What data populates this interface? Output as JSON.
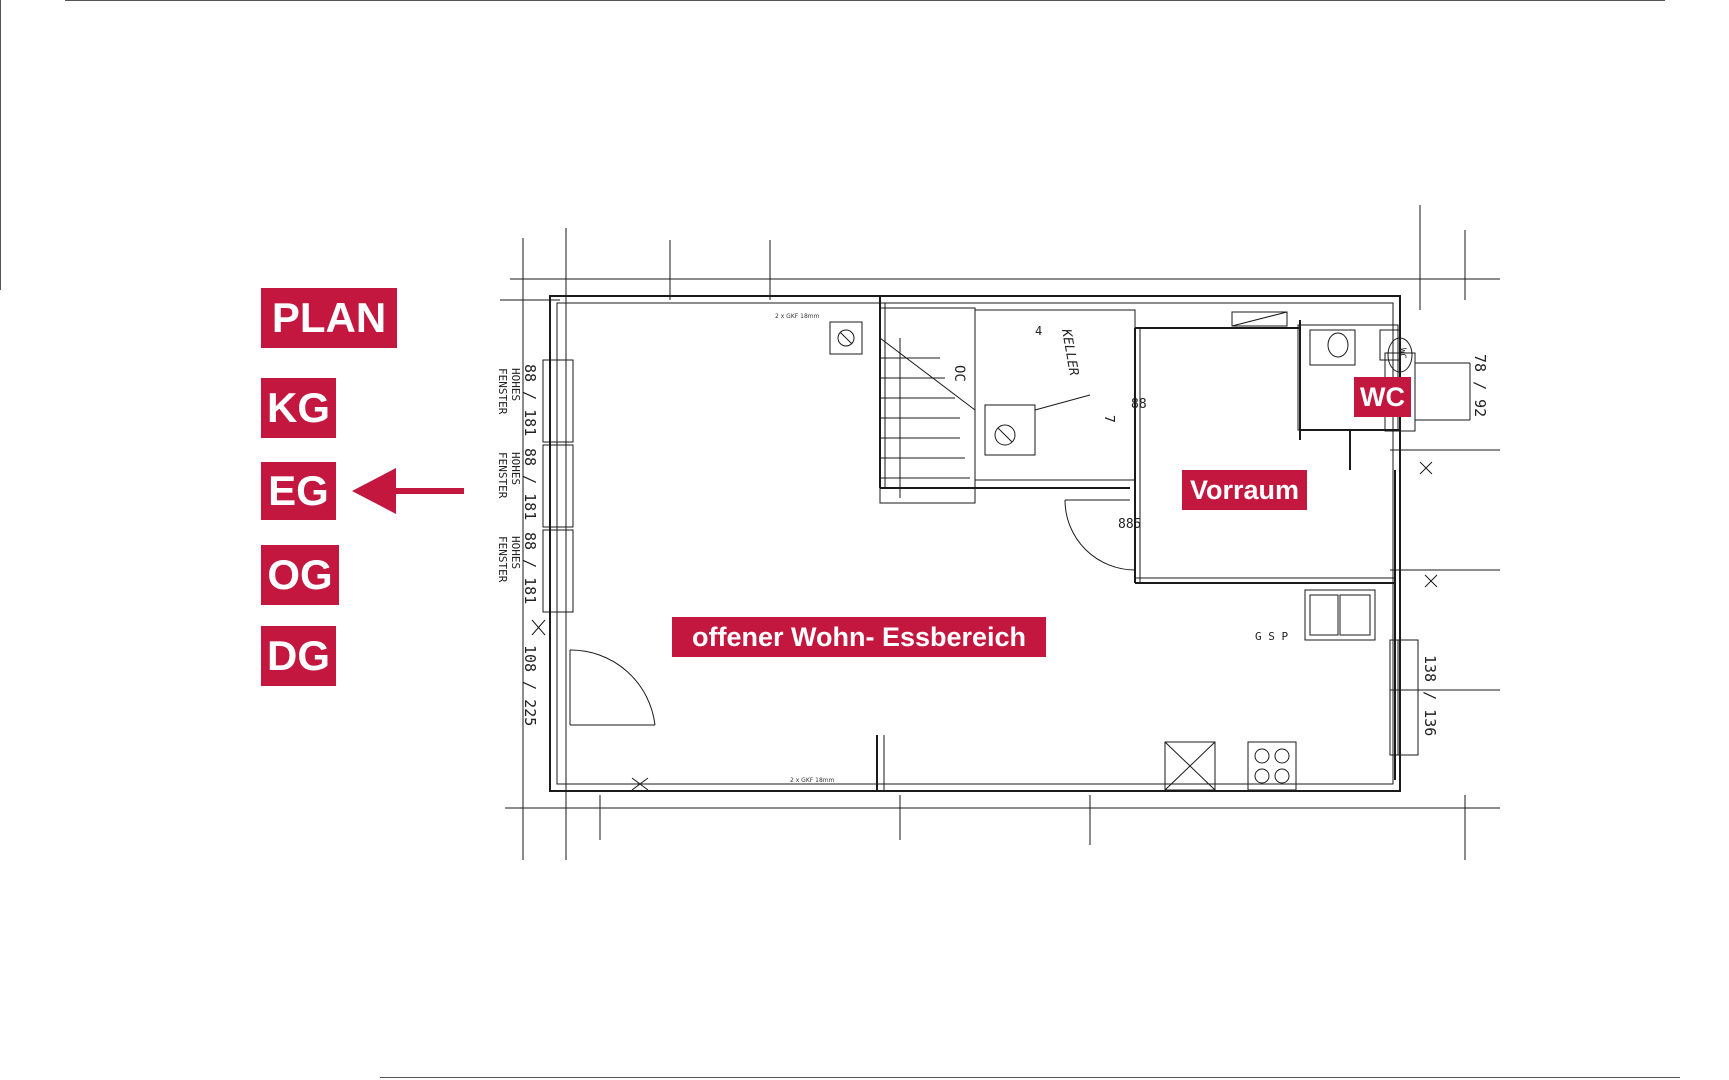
{
  "nav": {
    "items": [
      {
        "label": "PLAN"
      },
      {
        "label": "KG"
      },
      {
        "label": "EG"
      },
      {
        "label": "OG"
      },
      {
        "label": "DG"
      }
    ],
    "current": "EG"
  },
  "rooms": {
    "living": "offener Wohn- Essbereich",
    "hall": "Vorraum",
    "wc": "WC"
  },
  "plan_text": {
    "window_left_1": "88 / 181",
    "window_left_2": "88 / 181",
    "window_left_3": "88 / 181",
    "hohes": "HOHES",
    "fenster": "FENSTER",
    "door_left": "108 / 225",
    "window_right_top": "78 / 92",
    "window_right_bottom": "138 / 136",
    "keller": "KELLER",
    "stair_oc": "OC",
    "stair_4": "4",
    "stair_7": "7",
    "door_885": "885",
    "door_88": "88",
    "wc_label": "WC",
    "gsp": "G S P",
    "gkf_top": "2 x GKF 18mm",
    "gkf_bottom": "2 x GKF 18mm"
  },
  "colors": {
    "accent": "#c3173f",
    "line": "#1a1a1a"
  }
}
